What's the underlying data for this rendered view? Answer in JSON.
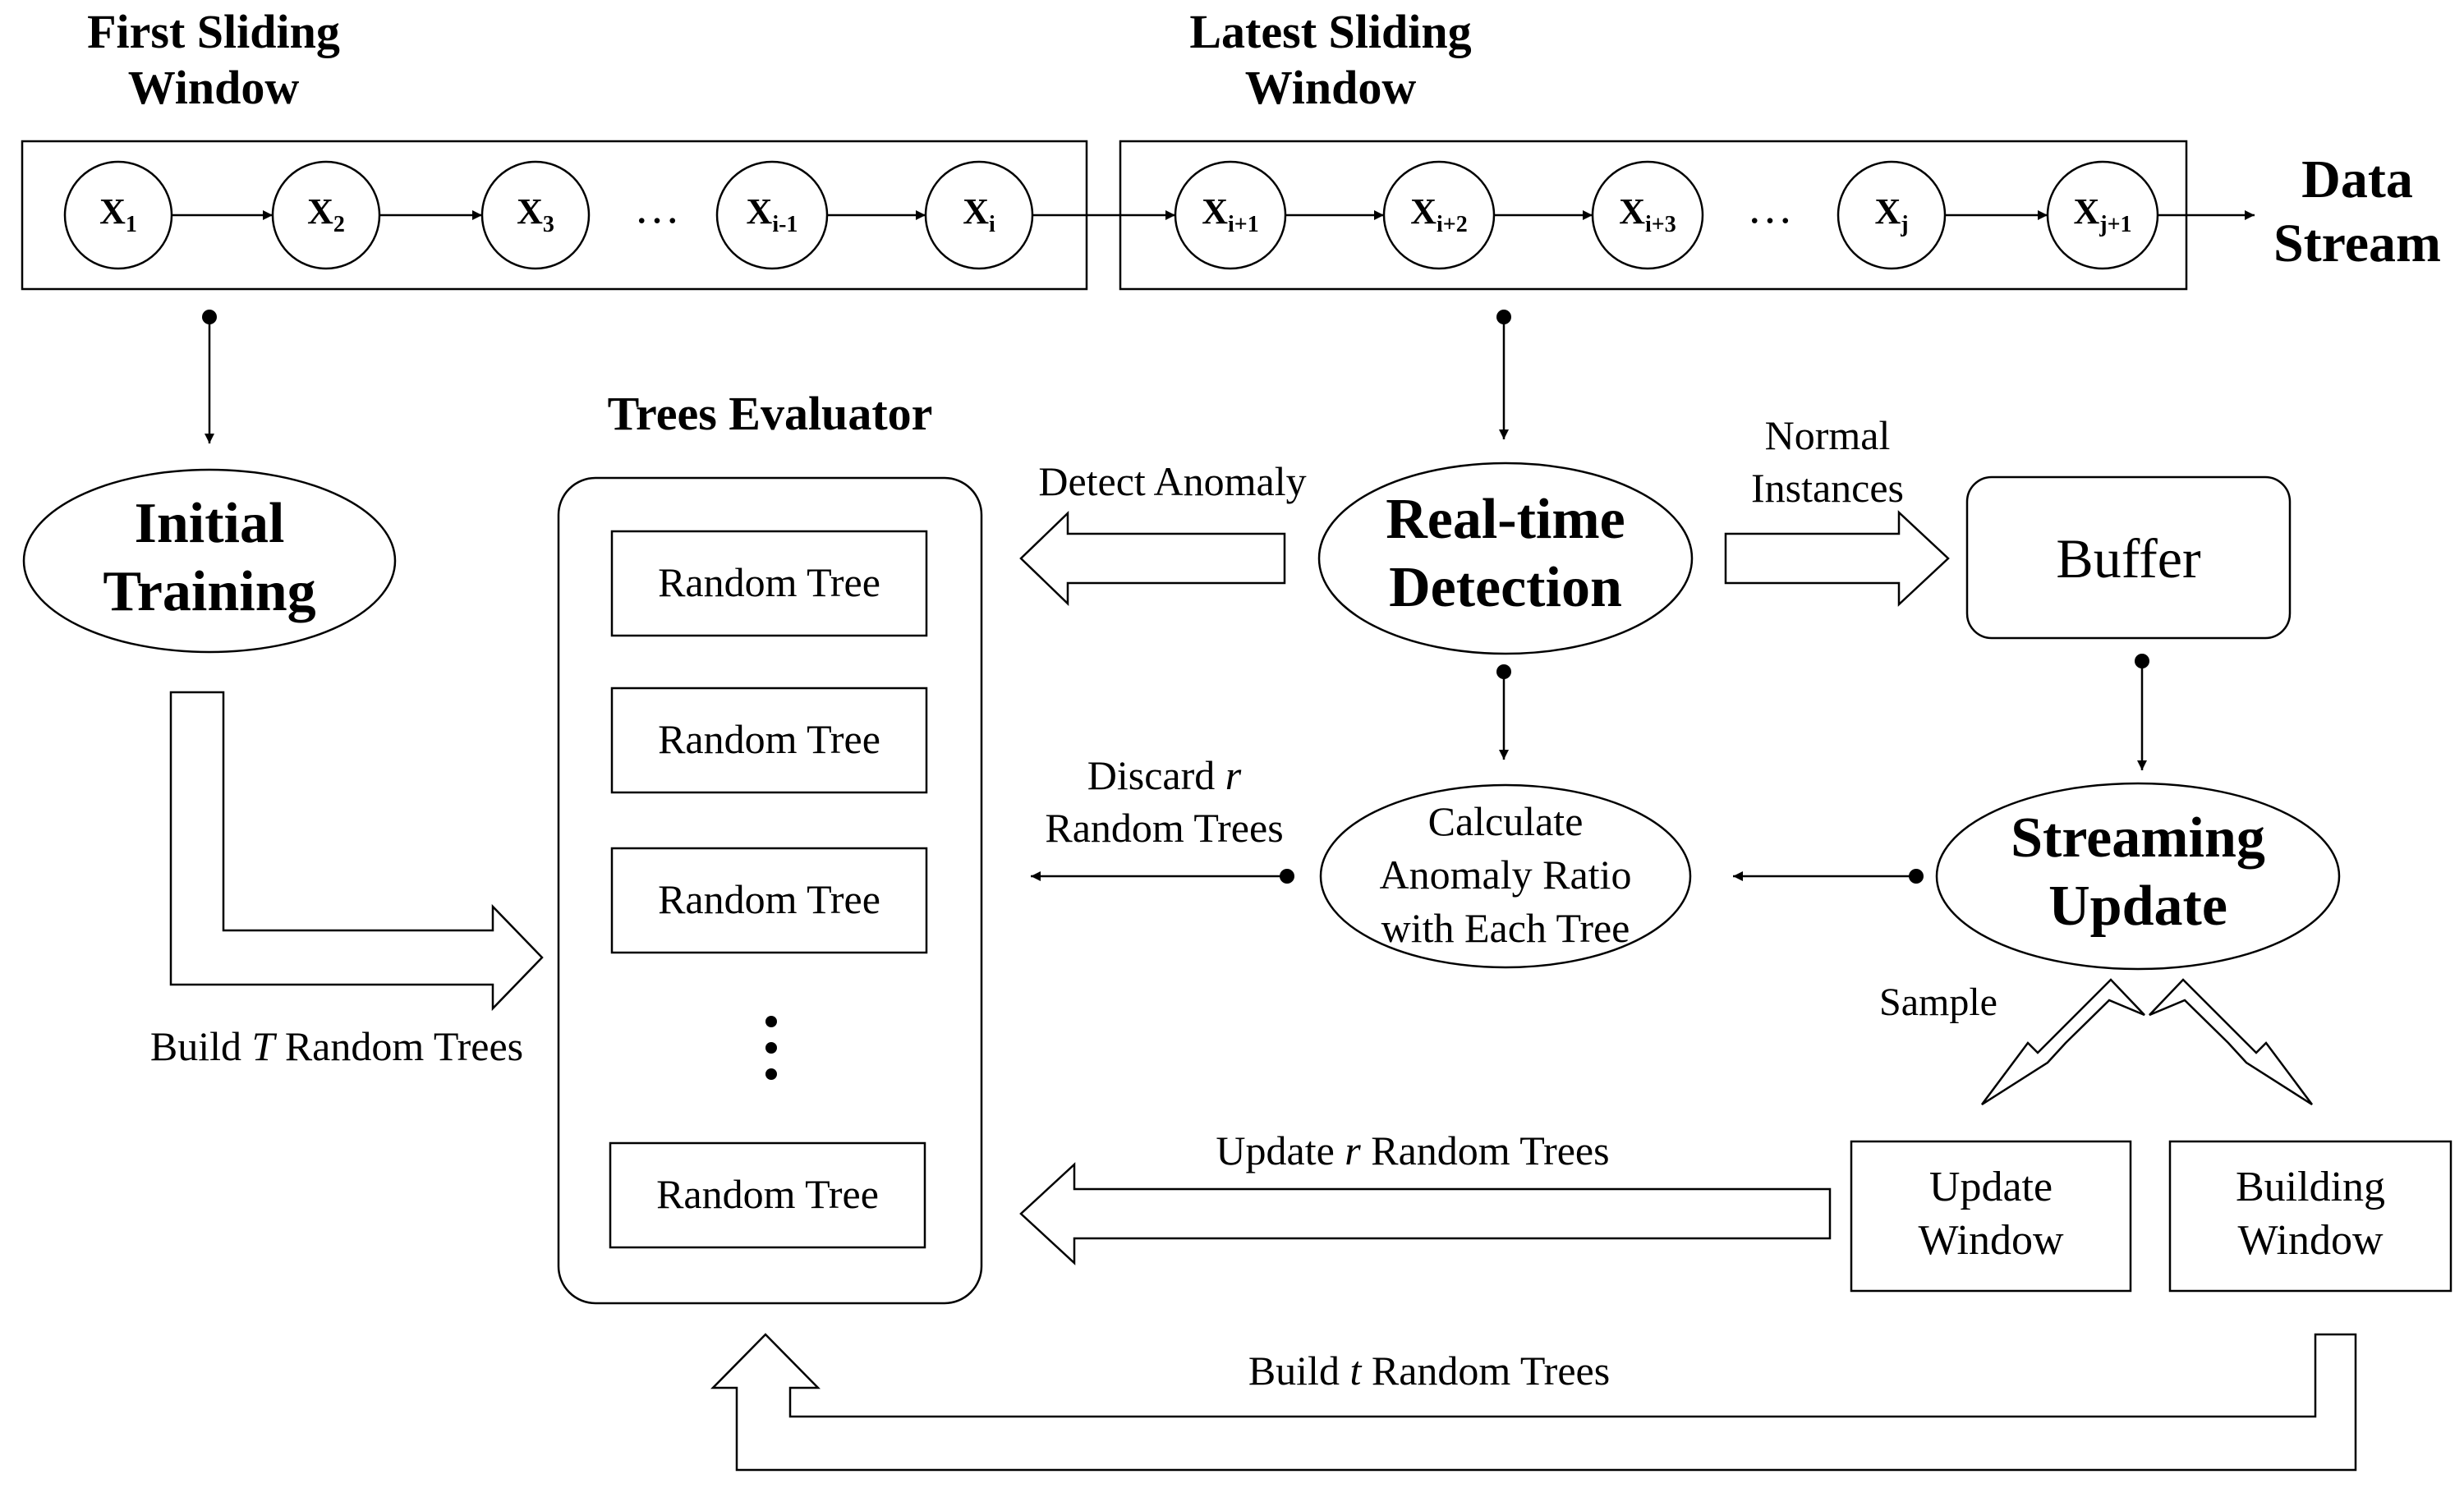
{
  "windows": {
    "first_title": "First Sliding\nWindow",
    "latest_title": "Latest Sliding\nWindow",
    "data_stream": "Data\nStream",
    "ellipsis": "…",
    "first_nodes": [
      {
        "base": "X",
        "sub": "1"
      },
      {
        "base": "X",
        "sub": "2"
      },
      {
        "base": "X",
        "sub": "3"
      },
      {
        "base": "X",
        "sub": "i-1"
      },
      {
        "base": "X",
        "sub": "i"
      }
    ],
    "latest_nodes": [
      {
        "base": "X",
        "sub": "i+1"
      },
      {
        "base": "X",
        "sub": "i+2"
      },
      {
        "base": "X",
        "sub": "i+3"
      },
      {
        "base": "X",
        "sub": "j"
      },
      {
        "base": "X",
        "sub": "j+1"
      }
    ]
  },
  "nodes": {
    "initial_training": "Initial\nTraining",
    "trees_evaluator": "Trees Evaluator",
    "random_tree": "Random Tree",
    "realtime_detection": "Real-time\nDetection",
    "buffer": "Buffer",
    "calculate": "Calculate\nAnomaly Ratio\nwith Each Tree",
    "streaming_update": "Streaming\nUpdate",
    "update_window": "Update\nWindow",
    "building_window": "Building\nWindow"
  },
  "edges": {
    "build_T_pre": "Build ",
    "build_T_var": "T",
    "build_T_post": " Random Trees",
    "detect_anomaly": "Detect Anomaly",
    "normal_instances": "Normal\nInstances",
    "discard_pre": "Discard ",
    "discard_var": "r",
    "discard_post": "\nRandom Trees",
    "sample": "Sample",
    "update_pre": "Update ",
    "update_var": "r",
    "update_post": " Random Trees",
    "build_t_pre": "Build ",
    "build_t_var": "t",
    "build_t_post": " Random Trees"
  }
}
